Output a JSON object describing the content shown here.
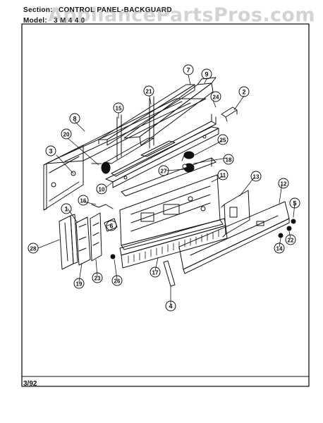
{
  "header": {
    "section_label": "Section:",
    "section_value": "CONTROL PANEL-BACKGUARD",
    "model_prefix": "Model:",
    "model_value": "3 M 4 4 0"
  },
  "watermark": "AppliancePartsPros.com",
  "footer": {
    "date_code": "3/92"
  },
  "callouts": [
    "1",
    "2",
    "3",
    "4",
    "5",
    "6",
    "7",
    "8",
    "9",
    "10",
    "11",
    "12",
    "13",
    "14",
    "15",
    "16",
    "17",
    "18",
    "19",
    "20",
    "21",
    "22",
    "23",
    "24",
    "25",
    "26",
    "27",
    "28"
  ],
  "colors": {
    "line": "#111111",
    "paper": "#ffffff",
    "watermark": "#9a9a9a"
  }
}
